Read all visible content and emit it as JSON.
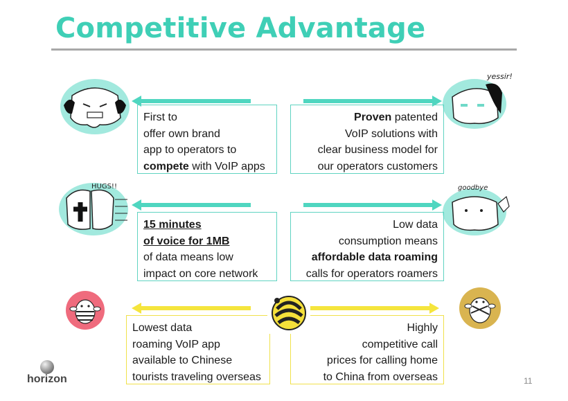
{
  "title": "Competitive Advantage",
  "boxes": [
    {
      "lines": [
        {
          "parts": [
            {
              "t": "First to"
            }
          ]
        },
        {
          "parts": [
            {
              "t": "offer own brand"
            }
          ]
        },
        {
          "parts": [
            {
              "t": "app to operators to"
            }
          ]
        },
        {
          "parts": [
            {
              "t": "compete",
              "b": true
            },
            {
              "t": " with VoIP apps"
            }
          ]
        }
      ]
    },
    {
      "lines": [
        {
          "parts": [
            {
              "t": "Proven",
              "b": true
            },
            {
              "t": " patented"
            }
          ]
        },
        {
          "parts": [
            {
              "t": "VoIP solutions with"
            }
          ]
        },
        {
          "parts": [
            {
              "t": "clear business model for"
            }
          ]
        },
        {
          "parts": [
            {
              "t": "our operators customers"
            }
          ]
        }
      ]
    },
    {
      "lines": [
        {
          "parts": [
            {
              "t": "15 minutes ",
              "u": true
            }
          ]
        },
        {
          "parts": [
            {
              "t": "of voice for 1MB",
              "u": true
            }
          ]
        },
        {
          "parts": [
            {
              "t": "of data means low"
            }
          ]
        },
        {
          "parts": [
            {
              "t": "impact on core network"
            }
          ]
        }
      ]
    },
    {
      "lines": [
        {
          "parts": [
            {
              "t": "Low data"
            }
          ]
        },
        {
          "parts": [
            {
              "t": "consumption means"
            }
          ]
        },
        {
          "parts": [
            {
              "t": "affordable data roaming",
              "b": true
            }
          ]
        },
        {
          "parts": [
            {
              "t": "calls for operators roamers"
            }
          ]
        }
      ]
    },
    {
      "lines": [
        {
          "parts": [
            {
              "t": "Lowest data"
            }
          ]
        },
        {
          "parts": [
            {
              "t": "roaming VoIP app"
            }
          ]
        },
        {
          "parts": [
            {
              "t": "available to Chinese"
            }
          ]
        },
        {
          "parts": [
            {
              "t": "tourists traveling overseas"
            }
          ]
        }
      ]
    },
    {
      "lines": [
        {
          "parts": [
            {
              "t": "Highly"
            }
          ]
        },
        {
          "parts": [
            {
              "t": "competitive call"
            }
          ]
        },
        {
          "parts": [
            {
              "t": "prices for calling home"
            }
          ]
        },
        {
          "parts": [
            {
              "t": "to China from overseas"
            }
          ]
        }
      ]
    }
  ],
  "stickers": {
    "yessir": "yessir!",
    "hugs": "HUGS!!",
    "goodbye": "goodbye"
  },
  "logo": "horizon",
  "page_number": "11",
  "colors": {
    "accent": "#3fcfb6",
    "teal_arrow": "#4fd6c0",
    "yellow": "#f5e53d",
    "rule": "#a8a8a8"
  }
}
